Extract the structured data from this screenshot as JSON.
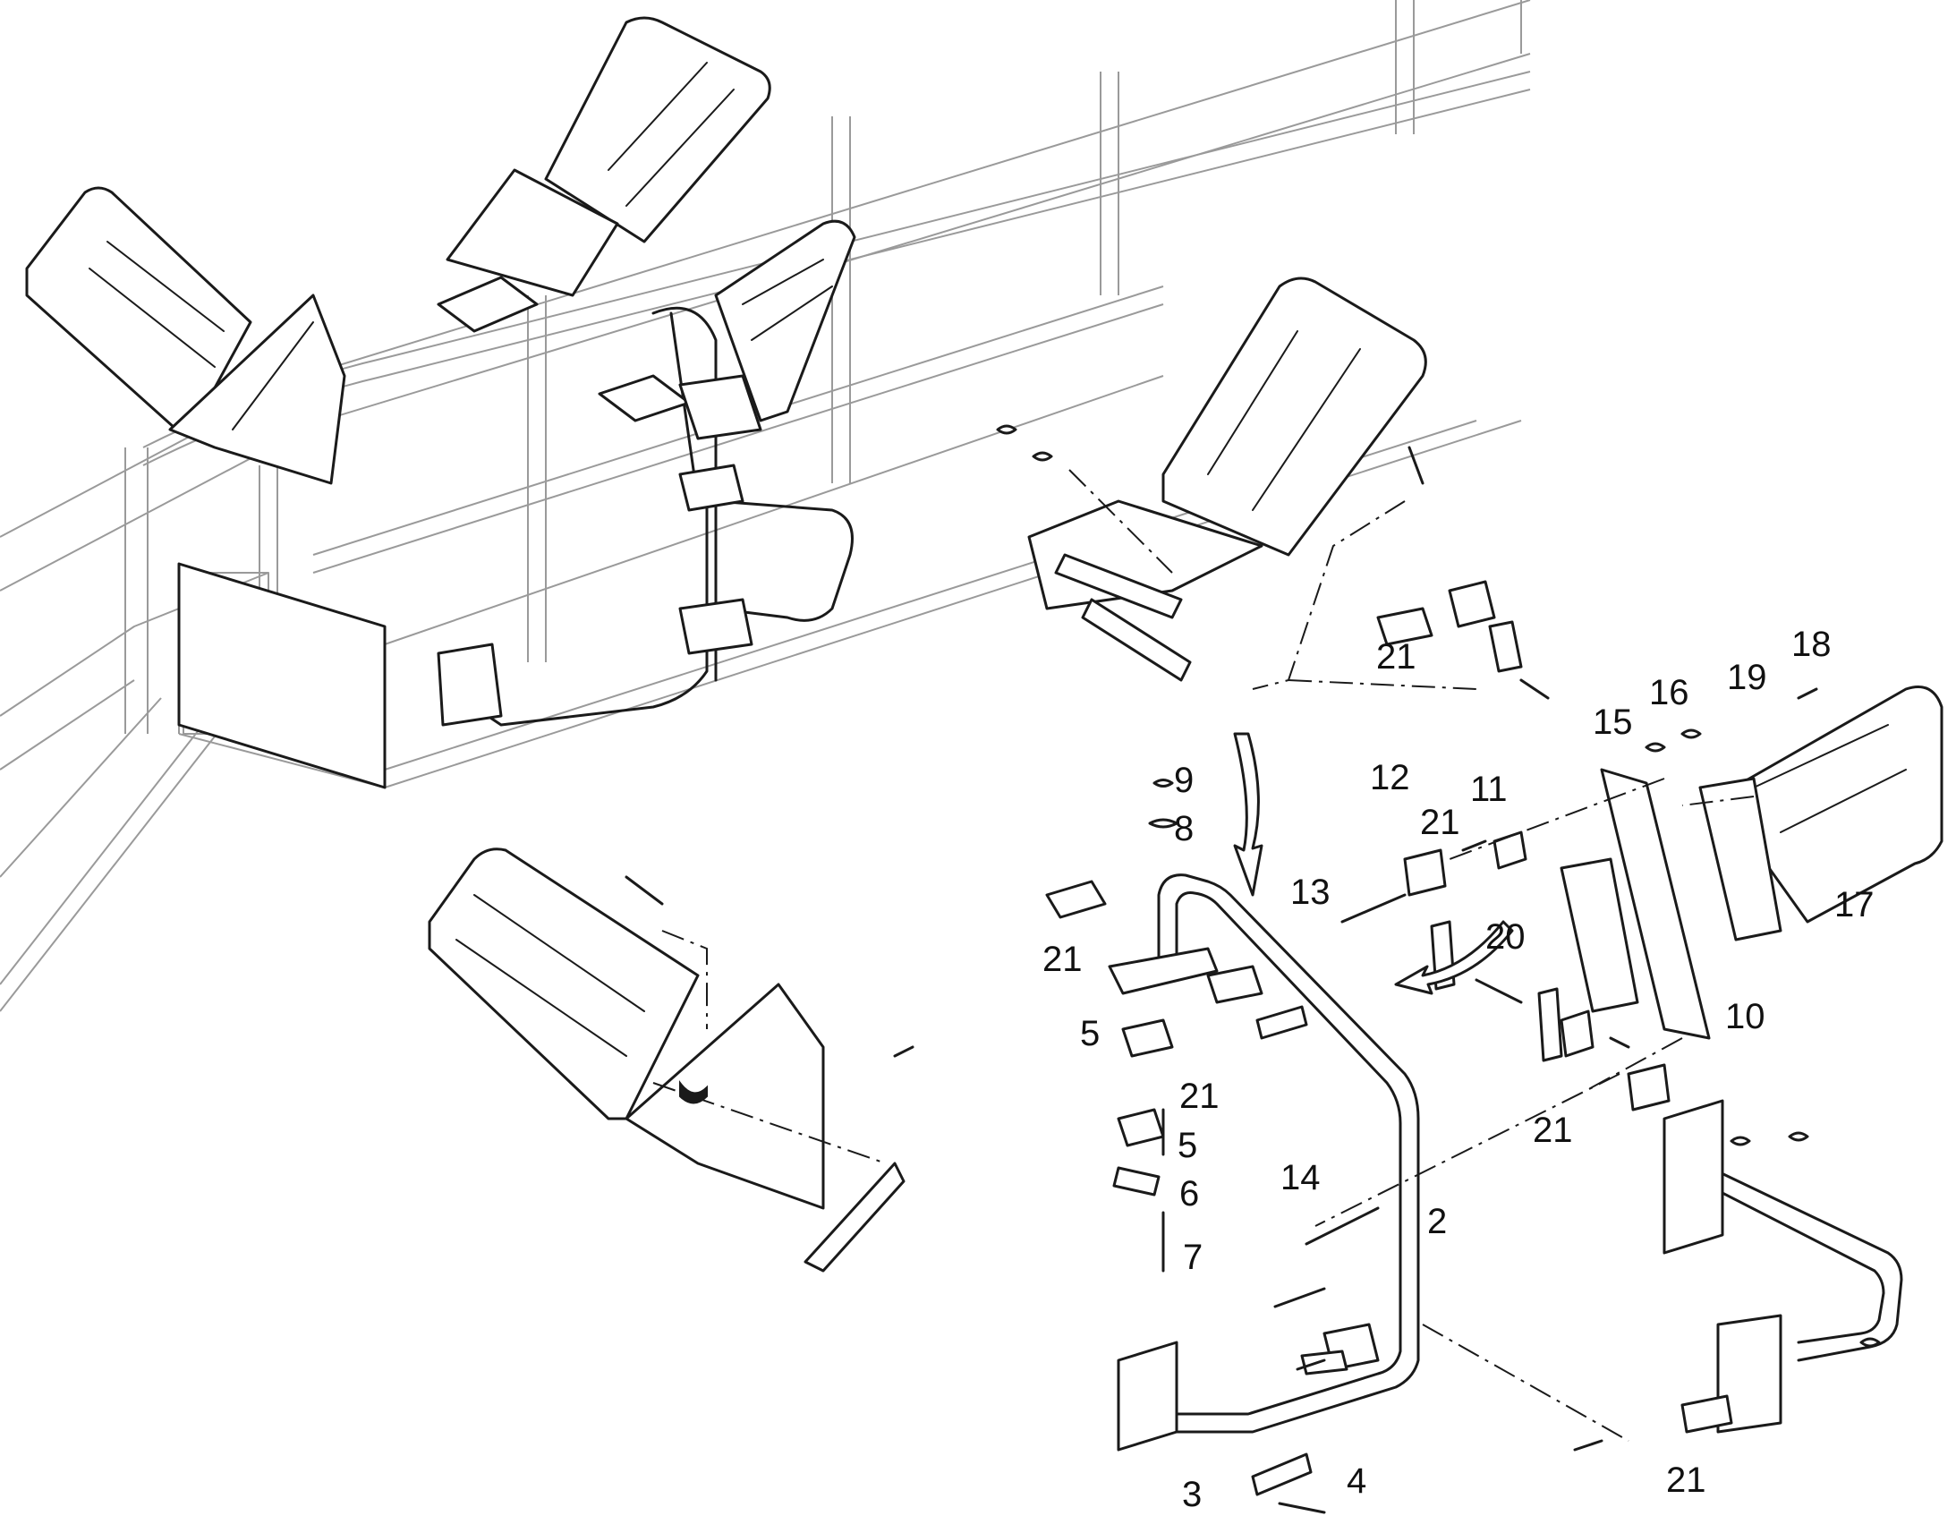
{
  "diagram": {
    "callouts": [
      {
        "id": "c1",
        "text": "21"
      },
      {
        "id": "c2",
        "text": "18"
      },
      {
        "id": "c3",
        "text": "19"
      },
      {
        "id": "c4",
        "text": "16"
      },
      {
        "id": "c5",
        "text": "15"
      },
      {
        "id": "c6",
        "text": "9"
      },
      {
        "id": "c7",
        "text": "12"
      },
      {
        "id": "c8",
        "text": "11"
      },
      {
        "id": "c9",
        "text": "8"
      },
      {
        "id": "c10",
        "text": "21"
      },
      {
        "id": "c11",
        "text": "13"
      },
      {
        "id": "c12",
        "text": "17"
      },
      {
        "id": "c13",
        "text": "20"
      },
      {
        "id": "c14",
        "text": "21"
      },
      {
        "id": "c15",
        "text": "10"
      },
      {
        "id": "c16",
        "text": "5"
      },
      {
        "id": "c17",
        "text": "21"
      },
      {
        "id": "c18",
        "text": "21"
      },
      {
        "id": "c19",
        "text": "5"
      },
      {
        "id": "c20",
        "text": "14"
      },
      {
        "id": "c21",
        "text": "6"
      },
      {
        "id": "c22",
        "text": "2"
      },
      {
        "id": "c23",
        "text": "7"
      },
      {
        "id": "c24",
        "text": "21"
      },
      {
        "id": "c25",
        "text": "3"
      },
      {
        "id": "c26",
        "text": "4"
      }
    ]
  }
}
